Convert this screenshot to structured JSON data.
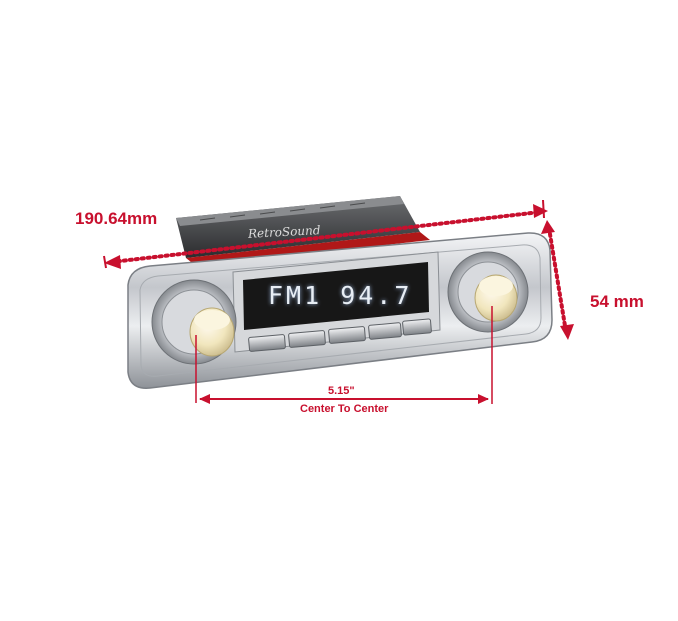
{
  "dimensions": {
    "width": "190.64mm",
    "height": "54 mm",
    "center_to_center_value": "5.15\"",
    "center_to_center_caption": "Center To Center"
  },
  "radio": {
    "display": "FM1 94.7",
    "brand": "RetroSound"
  },
  "colors": {
    "dimension_lines": "#c8102e",
    "chrome": "#c9ccd1",
    "knobs": "#f1e6bd",
    "display_background": "#1a1a1a",
    "display_text": "#e8eef5"
  }
}
